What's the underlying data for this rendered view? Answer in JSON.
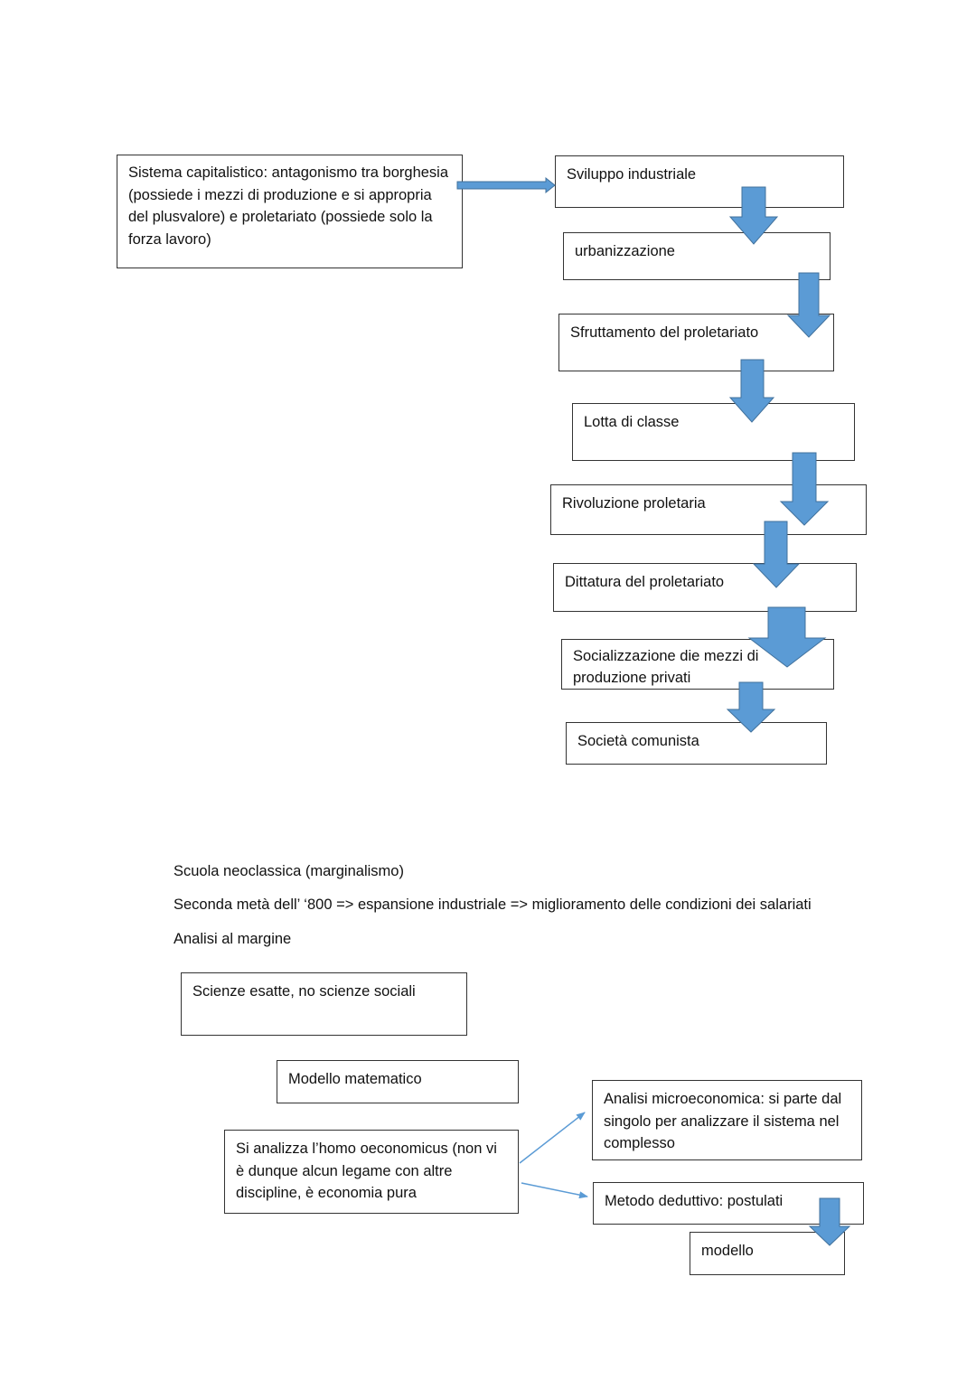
{
  "diagram_top": {
    "capitalism_box": "Sistema capitalistico: antagonismo tra borghesia (possiede i mezzi di produzione e si appropria del plusvalore) e proletariato (possiede solo la forza lavoro)",
    "steps": [
      "Sviluppo industriale",
      "urbanizzazione",
      "Sfruttamento del proletariato",
      "Lotta di classe",
      "Rivoluzione proletaria",
      "Dittatura del proletariato",
      "Socializzazione die mezzi di produzione privati",
      "Società comunista"
    ]
  },
  "section": {
    "title": "Scuola neoclassica (marginalismo)",
    "line2": "Seconda metà dell’ ‘800 => espansione industriale => miglioramento delle condizioni dei salariati",
    "line3": "Analisi al margine"
  },
  "diagram_bottom": {
    "exact_sciences": "Scienze esatte, no scienze sociali",
    "math_model": "Modello matematico",
    "homo_oeconomicus": "Si analizza l’homo oeconomicus (non vi è dunque alcun legame con altre discipline, è economia pura",
    "micro_analysis": "Analisi microeconomica: si parte dal singolo per analizzare il sistema nel complesso",
    "deductive_method": "Metodo deduttivo: postulati",
    "model": "modello"
  },
  "colors": {
    "arrow_fill": "#5b9bd5",
    "arrow_stroke": "#41719c",
    "line": "#5b9bd5"
  }
}
